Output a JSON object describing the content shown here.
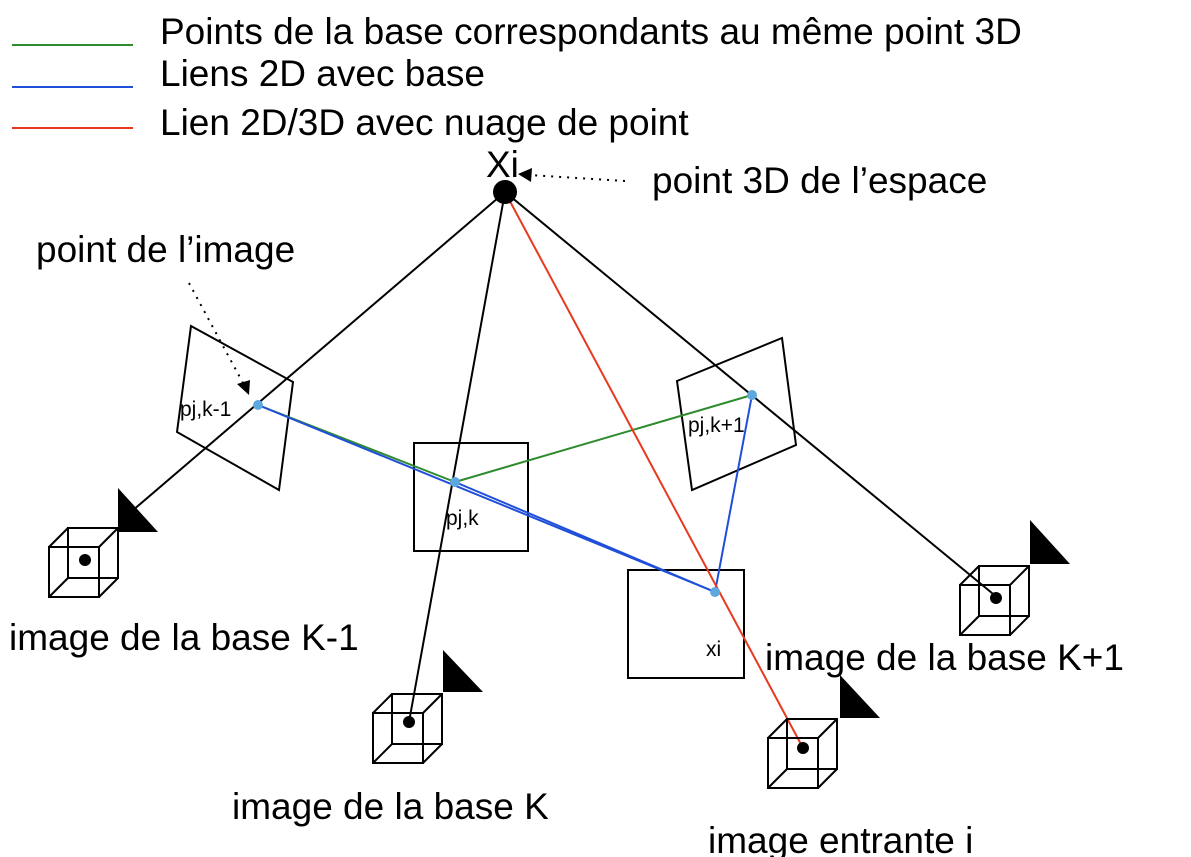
{
  "legend": [
    {
      "label": "Points de la base correspondants au même point 3D",
      "color": "#2e8b2e"
    },
    {
      "label": "Liens 2D avec base",
      "color": "#1f4fd8"
    },
    {
      "label": "Lien 2D/3D avec nuage de point",
      "color": "#e8391e"
    }
  ],
  "labels": {
    "xi_3d": "Xi",
    "point_3d": "point 3D de l’espace",
    "point_image": "point de l’image",
    "pj_km1": "pj,k-1",
    "pj_k": "pj,k",
    "pj_kp1": "pj,k+1",
    "xi_2d": "xi",
    "cam_km1": "image de la base K-1",
    "cam_k": "image de la base K",
    "cam_kp1": "image de la base K+1",
    "cam_in": "image entrante i"
  },
  "colors": {
    "green": "#2e8b2e",
    "blue": "#1f4fd8",
    "red": "#e8391e",
    "point": "#5ea8e0",
    "black": "#000000"
  }
}
